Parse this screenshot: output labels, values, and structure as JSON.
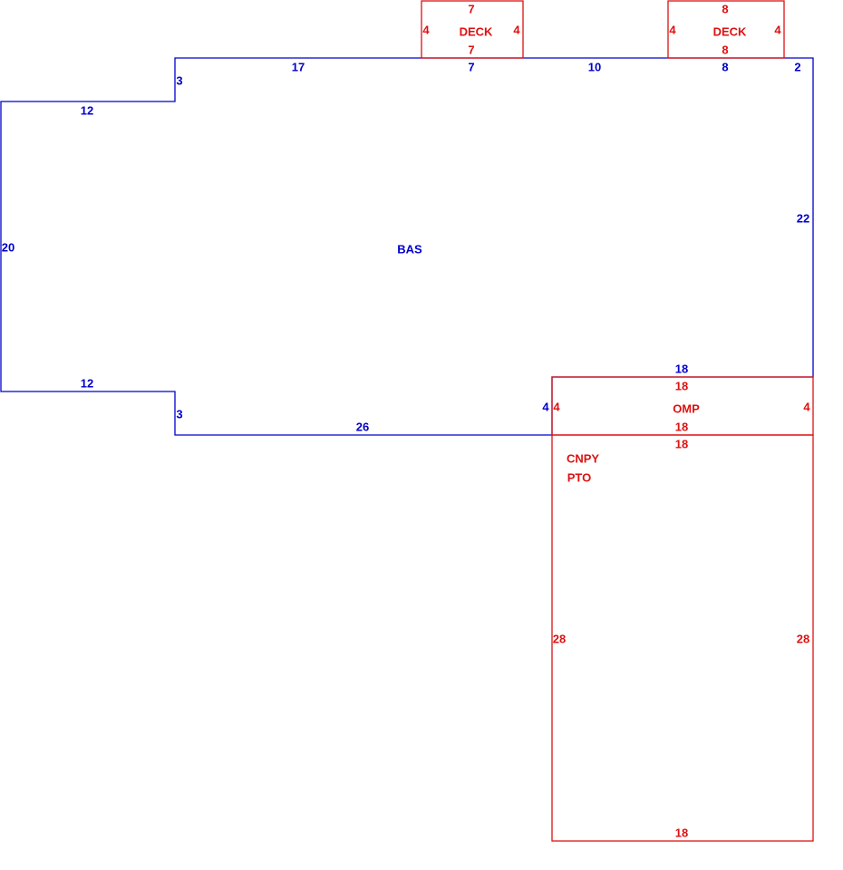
{
  "colors": {
    "base": "#0000cc",
    "addition": "#dd1111",
    "background": "#ffffff"
  },
  "base": {
    "label": "BAS",
    "dims": {
      "top_left": "17",
      "top_mid": "7",
      "top_right": "10",
      "top_deck2": "8",
      "top_far_right": "2",
      "step_top": "3",
      "wing_top": "12",
      "left": "20",
      "wing_bottom": "12",
      "step_bottom": "3",
      "bottom": "26",
      "right": "22",
      "omp_top": "18",
      "omp_left": "4"
    }
  },
  "deck1": {
    "label": "DECK",
    "top": "7",
    "bottom": "7",
    "left": "4",
    "right": "4"
  },
  "deck2": {
    "label": "DECK",
    "top": "8",
    "bottom": "8",
    "left": "4",
    "right": "4"
  },
  "omp": {
    "label": "OMP",
    "top": "18",
    "bottom": "18",
    "left": "4",
    "right": "4"
  },
  "canopy": {
    "label1": "CNPY",
    "label2": "PTO",
    "top": "18",
    "bottom": "18",
    "left": "28",
    "right": "28"
  }
}
